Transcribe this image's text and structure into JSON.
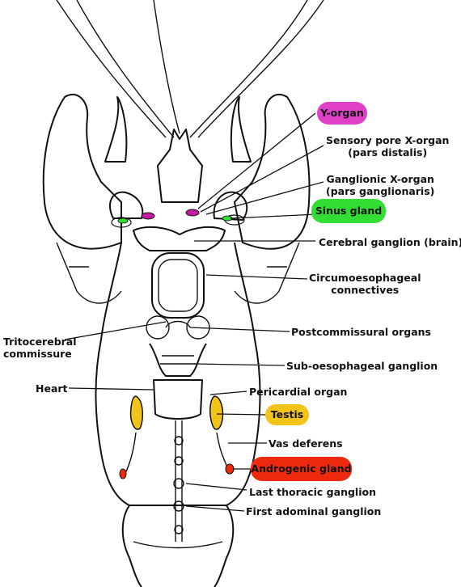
{
  "labels": {
    "y_organ": "Y-organ",
    "sensory_pore_line1": "Sensory pore X-organ",
    "sensory_pore_line2": "(pars distalis)",
    "ganglionic_line1": "Ganglionic X-organ",
    "ganglionic_line2": "(pars ganglionaris)",
    "sinus_gland": "Sinus gland",
    "cerebral_ganglion": "Cerebral ganglion (brain)",
    "circum_line1": "Circumoesophageal",
    "circum_line2": "connectives",
    "tritocerebral_line1": "Tritocerebral",
    "tritocerebral_line2": "commissure",
    "postcommissural": "Postcommissural organs",
    "sub_oesophageal": "Sub-oesophageal  ganglion",
    "heart": "Heart",
    "pericardial": "Pericardial organ",
    "testis": "Testis",
    "vas_deferens": "Vas deferens",
    "androgenic": "Androgenic gland",
    "last_thoracic": "Last thoracic ganglion",
    "first_abdominal": "First adominal ganglion"
  },
  "colors": {
    "y_organ": "#e040c8",
    "sinus_gland": "#33dd33",
    "testis": "#f2c318",
    "androgenic": "#ee2a0e",
    "eye_stalk_organ": "#c0189e"
  }
}
